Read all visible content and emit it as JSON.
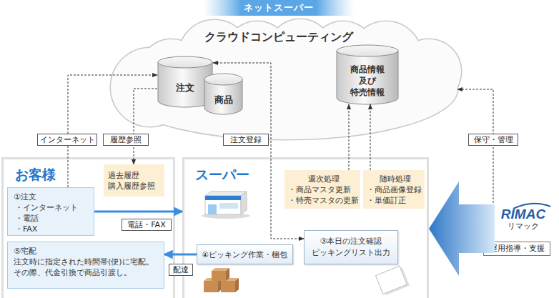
{
  "diagram": {
    "nodes": [
      {
        "text": [
          "ネットスーパー"
        ]
      },
      {
        "text": [
          "クラウドコンピューティング"
        ]
      },
      {
        "text": [
          "注文"
        ],
        "in": 1
      },
      {
        "text": [
          "商品"
        ],
        "in": 1
      },
      {
        "text": [
          "商品情報 及び 特売情報"
        ],
        "in": 1
      },
      {
        "text": [
          "お客様"
        ]
      },
      {
        "text": [
          "過去履歴 購入履歴参照"
        ],
        "in": 5
      },
      {
        "text": [
          "①注文",
          "・インターネット",
          "・電話",
          "・FAX"
        ],
        "in": 5
      },
      {
        "text": [
          "⑤宅配",
          "注文時に指定された時間帯(便)に宅配。その際、代金引換で商品引渡し。"
        ],
        "in": 5
      },
      {
        "text": [
          "スーパー"
        ]
      },
      {
        "text": [
          "週次処理",
          "・商品マスタ更新",
          "・特売マスタの更新"
        ],
        "in": 9
      },
      {
        "text": [
          "随時処理",
          "・商品画像登録",
          "・単価訂正"
        ],
        "in": 9
      },
      {
        "text": [
          "③本日の注文確認 ピッキングリスト出力"
        ],
        "in": 9
      },
      {
        "text": [
          "④ピッキング作業・梱包"
        ],
        "in": 9
      },
      {
        "text": [
          "RIMAC",
          "リマック"
        ]
      },
      {
        "text": [
          "運用指導・支援"
        ]
      }
    ],
    "edges": [
      {
        "from": 7,
        "to": 2,
        "label": "インターネット",
        "arrow": "to"
      },
      {
        "from": 2,
        "to": 6,
        "label": "履歴参照",
        "arrow": "to"
      },
      {
        "from": 7,
        "to": 9,
        "label": "電話・FAX",
        "arrow": "to"
      },
      {
        "from": 12,
        "to": 2,
        "label": "注文登録",
        "arrow": "both"
      },
      {
        "from": 10,
        "to": 4,
        "arrow": "to"
      },
      {
        "from": 11,
        "to": 4,
        "arrow": "to"
      },
      {
        "from": 14,
        "to": 1,
        "label": "保守・管理",
        "arrow": "to"
      },
      {
        "from": 13,
        "to": 8,
        "label": "配達",
        "arrow": "to"
      },
      {
        "from": 14,
        "to": 9,
        "arrow": "to"
      }
    ]
  }
}
